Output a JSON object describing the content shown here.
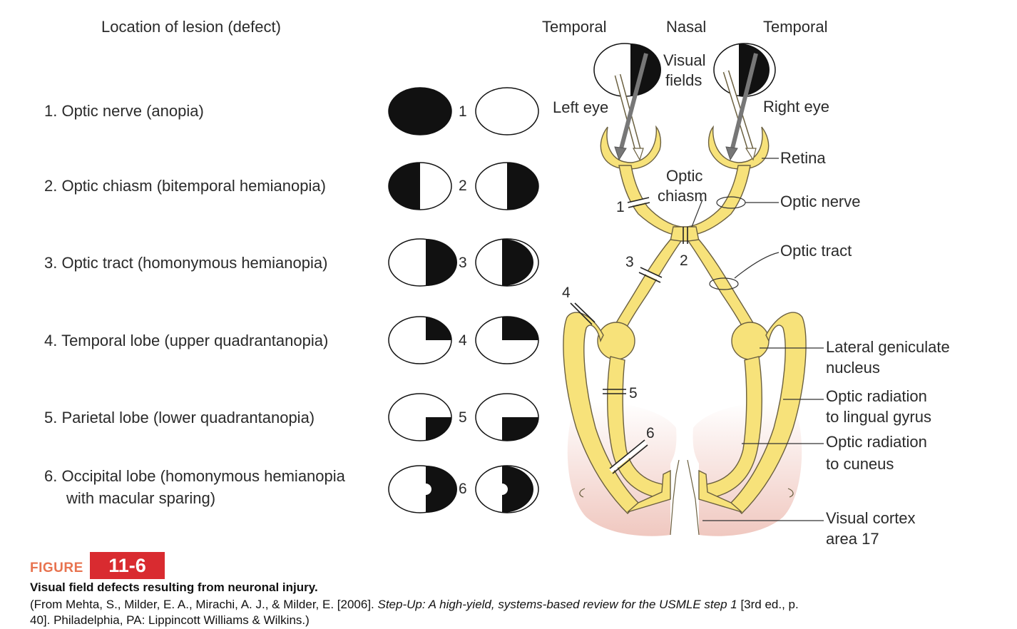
{
  "header": {
    "location_title": "Location of lesion (defect)",
    "temporal_left": "Temporal",
    "nasal": "Nasal",
    "temporal_right": "Temporal"
  },
  "lesions": [
    {
      "label": "1. Optic nerve (anopia)",
      "number": "1"
    },
    {
      "label": "2. Optic chiasm (bitemporal hemianopia)",
      "number": "2"
    },
    {
      "label": "3. Optic tract (homonymous hemianopia)",
      "number": "3"
    },
    {
      "label": "4. Temporal lobe (upper quadrantanopia)",
      "number": "4"
    },
    {
      "label": "5. Parietal lobe (lower quadrantanopia)",
      "number": "5"
    },
    {
      "label_line1": "6. Occipital lobe (homonymous hemianopia",
      "label_line2": "with macular sparing)",
      "number": "6"
    }
  ],
  "diagram": {
    "visual_fields_1": "Visual",
    "visual_fields_2": "fields",
    "left_eye": "Left eye",
    "right_eye": "Right eye",
    "retina": "Retina",
    "optic_chiasm_1": "Optic",
    "optic_chiasm_2": "chiasm",
    "optic_nerve": "Optic nerve",
    "optic_tract": "Optic tract",
    "lgn_1": "Lateral geniculate",
    "lgn_2": "nucleus",
    "rad_lingual_1": "Optic radiation",
    "rad_lingual_2": "to lingual gyrus",
    "rad_cuneus_1": "Optic radiation",
    "rad_cuneus_2": "to cuneus",
    "cortex_1": "Visual cortex",
    "cortex_2": "area 17",
    "cut_numbers": [
      "1",
      "2",
      "3",
      "4",
      "5",
      "6"
    ]
  },
  "colors": {
    "pathway_fill": "#f7e27a",
    "pathway_stroke": "#6b6040",
    "cortex_top": "#ffffff",
    "cortex_bottom": "#f0c8c0",
    "figure_word": "#e8734f",
    "figure_badge": "#d92b30"
  },
  "caption": {
    "figure_word": "FIGURE",
    "figure_number": "11-6",
    "title": "Visual field defects resulting from neuronal injury.",
    "source_pre": "(From Mehta, S., Milder, E. A., Mirachi, A. J., & Milder, E. [2006]. ",
    "source_book": "Step-Up: A high-yield, systems-based review for the USMLE step 1",
    "source_post": " [3rd ed., p.",
    "source_line2": "40]. Philadelphia, PA: Lippincott Williams & Wilkins.)"
  }
}
